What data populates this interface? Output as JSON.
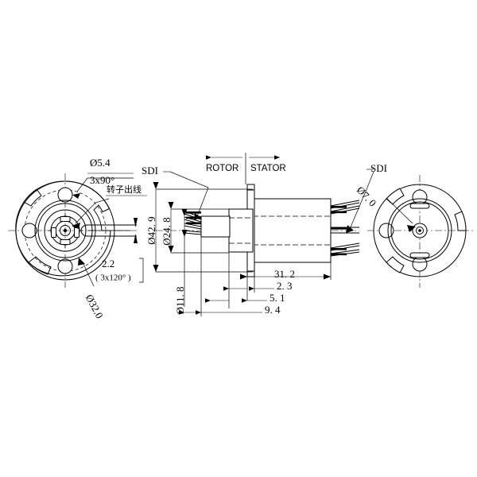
{
  "drawing": {
    "title": "slip-ring-assembly-technical-drawing",
    "background_color": "#ffffff",
    "line_color": "#000000"
  },
  "left_view": {
    "name": "rotor-end-face-view",
    "labels": {
      "hole_dia": "Ø5.4",
      "hole_pattern": "3x90°",
      "rotor_lead_cn": "转子出线",
      "slot_width": "2.2",
      "slot_pattern": "( 3x120° )",
      "outer_dia": "Ø32.0"
    }
  },
  "middle_view": {
    "name": "side-section-view",
    "section_labels": {
      "rotor": "ROTOR",
      "stator": "STATOR"
    },
    "wire_labels": {
      "rotor_sdi": "SDI",
      "stator_sdi": "SDI"
    },
    "vertical_dims": [
      {
        "id": "dia-42-9",
        "text": "Ø42. 9"
      },
      {
        "id": "dia-24-8",
        "text": "Ø24. 8"
      },
      {
        "id": "dia-11-8",
        "text": "Ø11. 8"
      }
    ],
    "horizontal_dims": [
      {
        "id": "len-31-2",
        "text": "31. 2"
      },
      {
        "id": "len-2-3",
        "text": "2. 3"
      },
      {
        "id": "len-5-1",
        "text": "5. 1"
      },
      {
        "id": "len-9-4",
        "text": "9. 4"
      }
    ]
  },
  "right_view": {
    "name": "stator-end-face-view",
    "labels": {
      "stator_sdi": "SDI",
      "bore_dia": "Ø7. 0"
    }
  }
}
